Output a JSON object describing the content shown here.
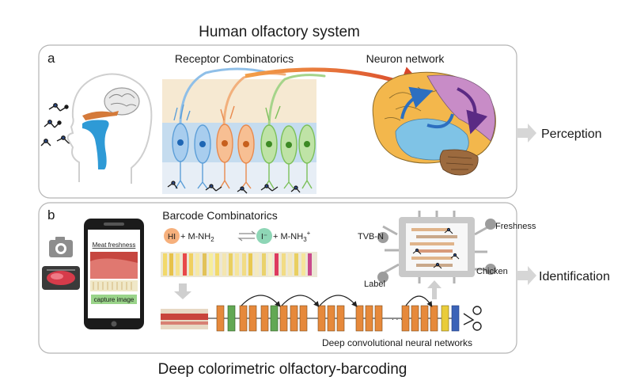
{
  "titles": {
    "top": "Human olfactory system",
    "bottom": "Deep colorimetric olfactory-barcoding"
  },
  "panel_a": {
    "letter": "a",
    "receptor_label": "Receptor Combinatorics",
    "neuron_label": "Neuron network",
    "output_label": "Perception"
  },
  "panel_b": {
    "letter": "b",
    "barcode_label": "Barcode Combinatorics",
    "phone_title": "Meat freshness",
    "phone_button": "capture image",
    "reaction_left_species": "HI",
    "reaction_left_rest": " + M-NH",
    "reaction_left_sub": "2",
    "reaction_right_species": "I⁻",
    "reaction_right_rest": " + M-NH",
    "reaction_right_sub": "3",
    "reaction_right_sup": "+",
    "chip_labels": {
      "tvbn": "TVB-N",
      "freshness": "Freshness",
      "label": "Label",
      "chicken": "Chicken"
    },
    "cnn_label": "Deep convolutional neural networks",
    "output_label": "Identification"
  },
  "colors": {
    "blue": "#3c8fd6",
    "orange": "#e98a4e",
    "green": "#7cc05a",
    "red_arrow": "#d9462a",
    "purple": "#7a3fa0"
  }
}
